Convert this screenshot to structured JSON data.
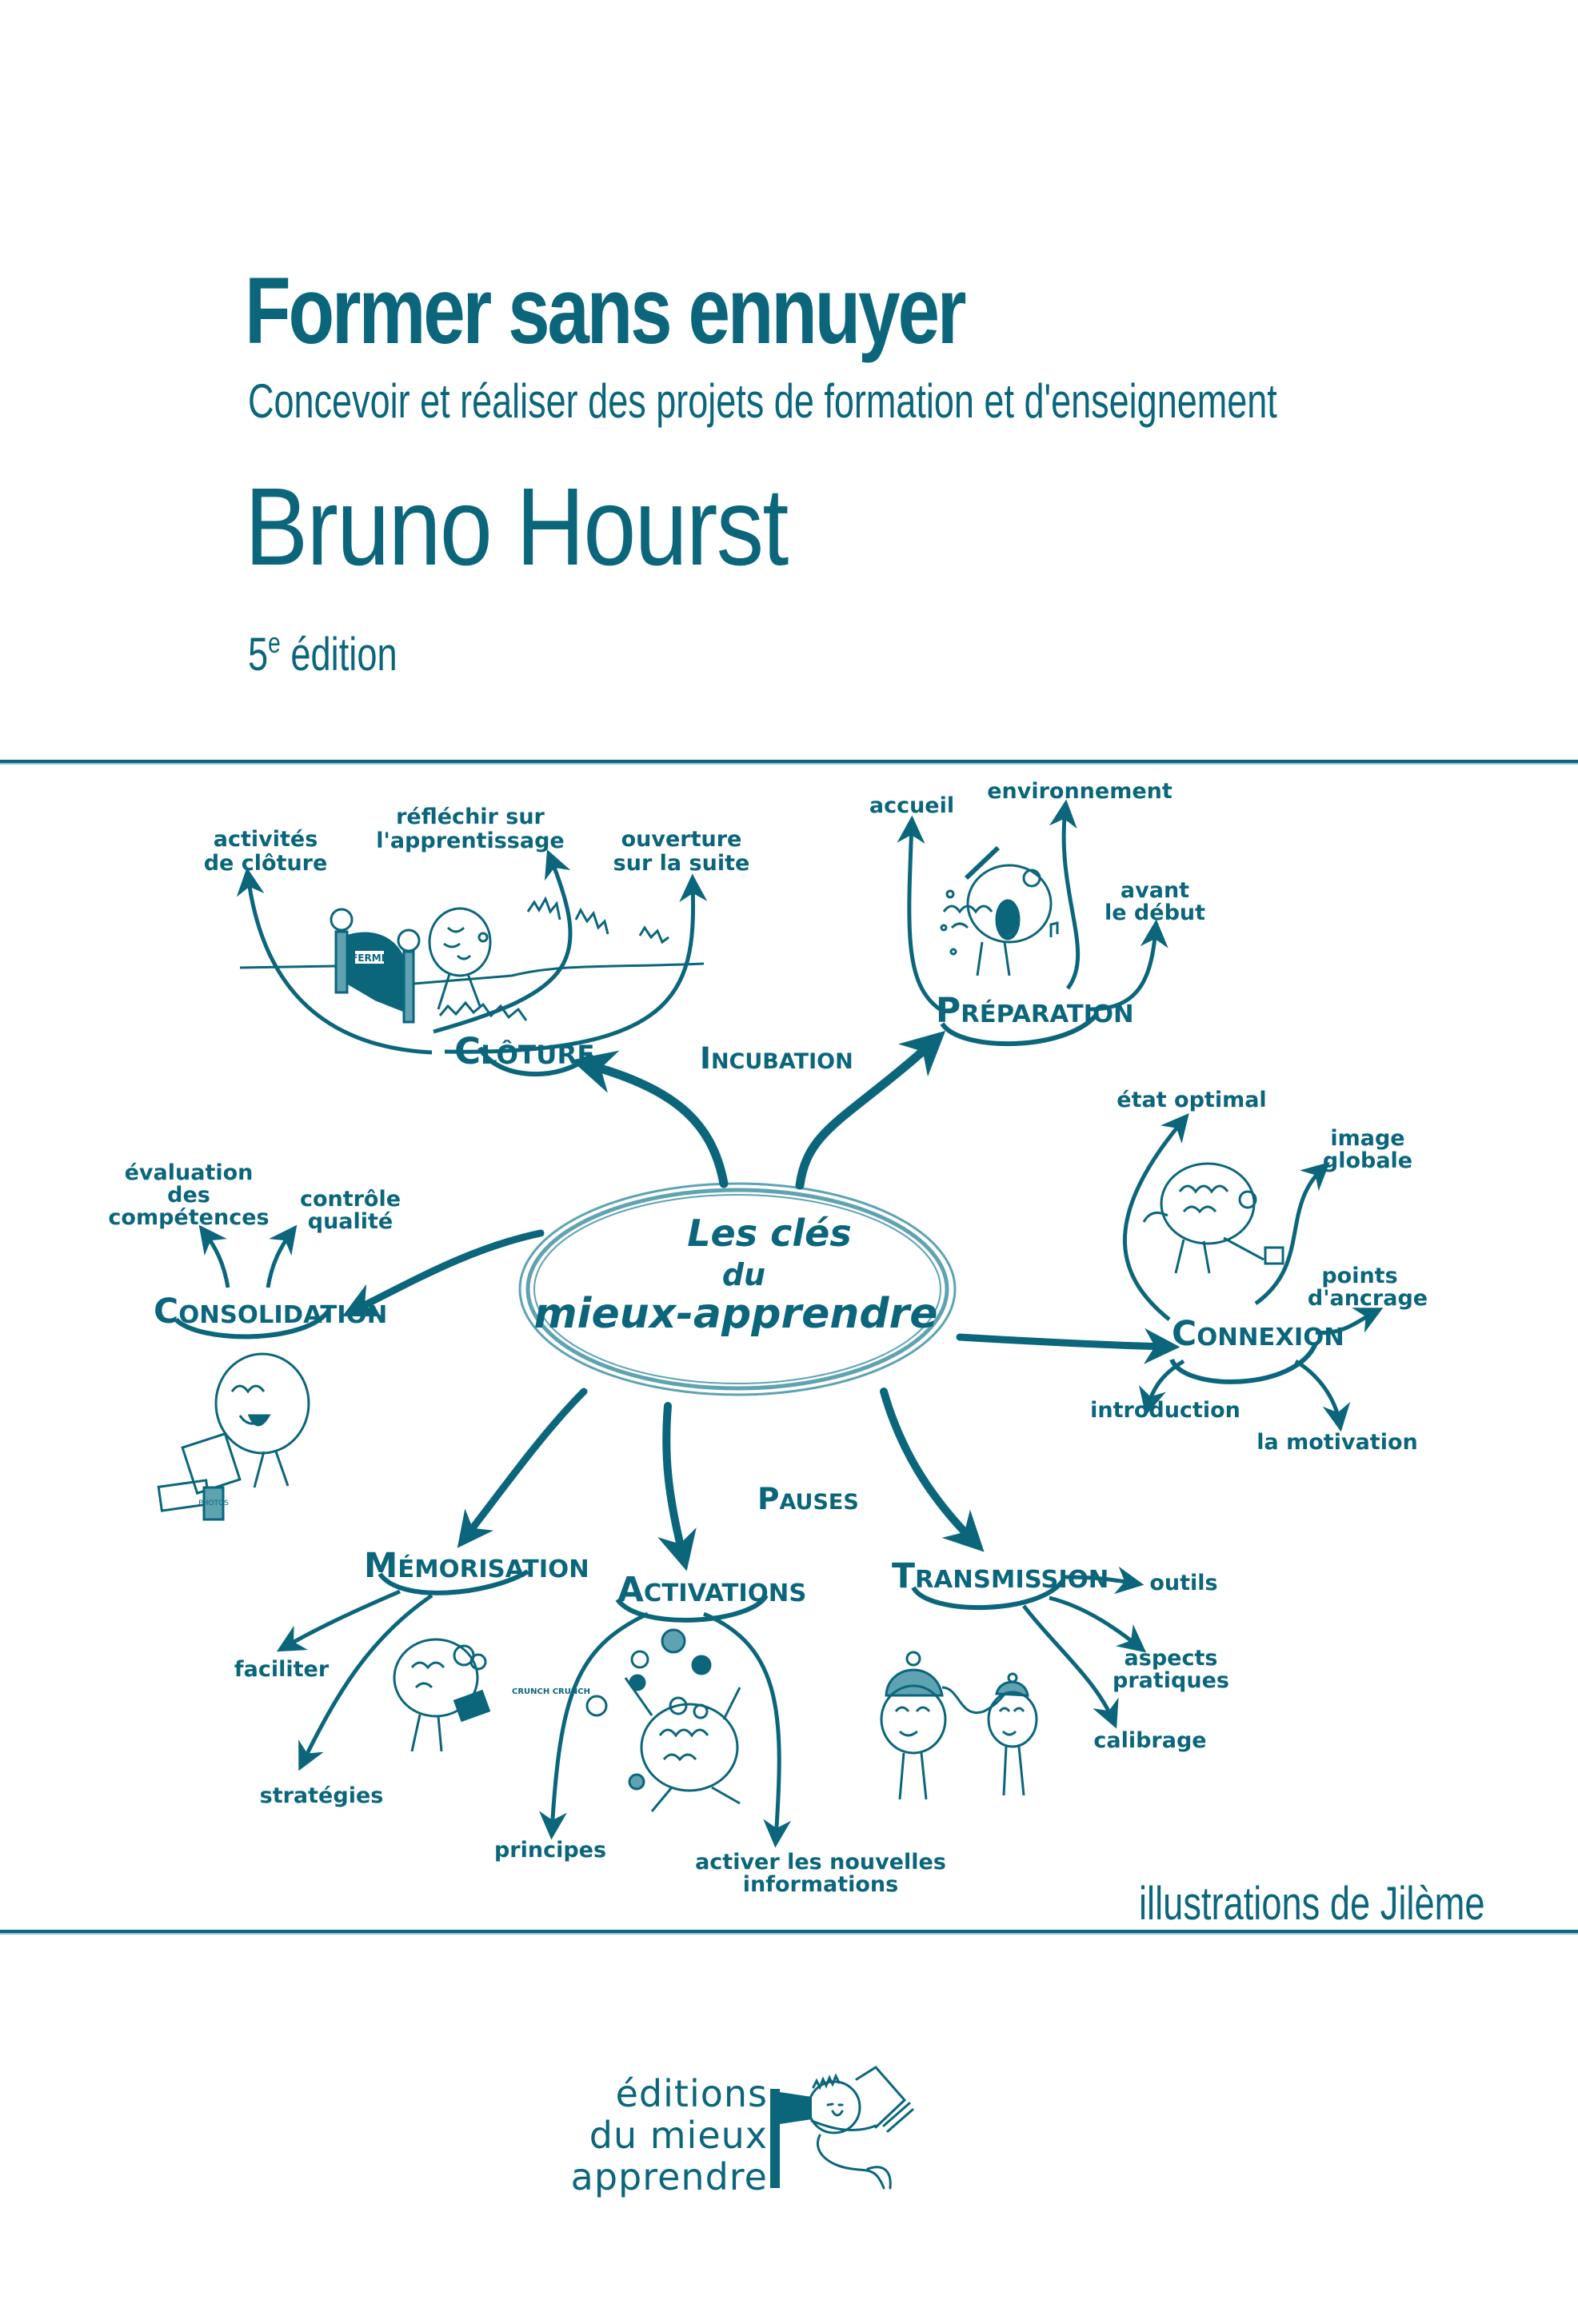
{
  "cover": {
    "title": "Former sans ennuyer",
    "subtitle": "Concevoir et réaliser des projets de formation et d'enseignement",
    "author": "Bruno Hourst",
    "edition_number": "5",
    "edition_suffix": "e",
    "edition_label": " édition",
    "credit": "illustrations de Jilème"
  },
  "colors": {
    "primary": "#0b667c",
    "accent_light": "#5fa3b3",
    "rule_highlight": "#8fc3cf",
    "background": "#ffffff"
  },
  "mindmap": {
    "center": {
      "line1": "Les clés",
      "line2": "du",
      "line3": "mieux-apprendre"
    },
    "interstitials": {
      "incubation": "Incubation",
      "pauses": "Pauses"
    },
    "branches": {
      "cloture": {
        "label": "Clôture",
        "leaves": [
          "activités",
          "de clôture",
          "réfléchir sur",
          "l'apprentissage",
          "ouverture",
          "sur la suite"
        ],
        "illustration": "brain-at-gate"
      },
      "preparation": {
        "label": "Préparation",
        "leaves": [
          "accueil",
          "environnement",
          "avant",
          "le début"
        ],
        "illustration": "brain-showering"
      },
      "connexion": {
        "label": "Connexion",
        "leaves": [
          "état optimal",
          "image",
          "globale",
          "points",
          "d'ancrage",
          "introduction",
          "la motivation"
        ],
        "illustration": "brain-plugging"
      },
      "consolidation": {
        "label": "Consolidation",
        "leaves": [
          "évaluation",
          "des",
          "compétences",
          "contrôle",
          "qualité"
        ],
        "illustration": "brain-with-photos"
      },
      "memorisation": {
        "label": "Mémorisation",
        "leaves": [
          "faciliter",
          "stratégies"
        ],
        "illustration": "brain-eating-book",
        "sound": "CRUNCH CRUNCH"
      },
      "activations": {
        "label": "Activations",
        "leaves": [
          "principes",
          "activer les nouvelles",
          "informations"
        ],
        "illustration": "brain-juggling"
      },
      "transmission": {
        "label": "Transmission",
        "leaves": [
          "outils",
          "aspects",
          "pratiques",
          "calibrage"
        ],
        "illustration": "brains-connected"
      }
    },
    "gate_sign": "FERMÉ",
    "photos_label": "PHOTOS"
  },
  "publisher": {
    "line1": "éditions",
    "line2": "du mieux",
    "line3": "apprendre"
  }
}
